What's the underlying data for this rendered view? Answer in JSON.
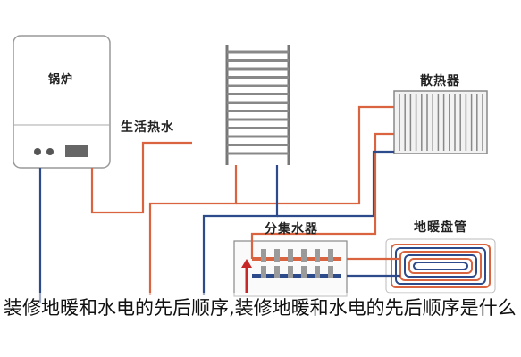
{
  "labels": {
    "boiler": "锅炉",
    "hot_water": "生活热水",
    "radiator": "散热器",
    "manifold": "分集水器",
    "floor_heating": "地暖盘管"
  },
  "caption": "装修地暖和水电的先后顺序,装修地暖和水电的先后顺序是什么",
  "colors": {
    "hot_pipe": "#d9643f",
    "return_pipe": "#2d4a8a",
    "arrow": "#c62828"
  }
}
